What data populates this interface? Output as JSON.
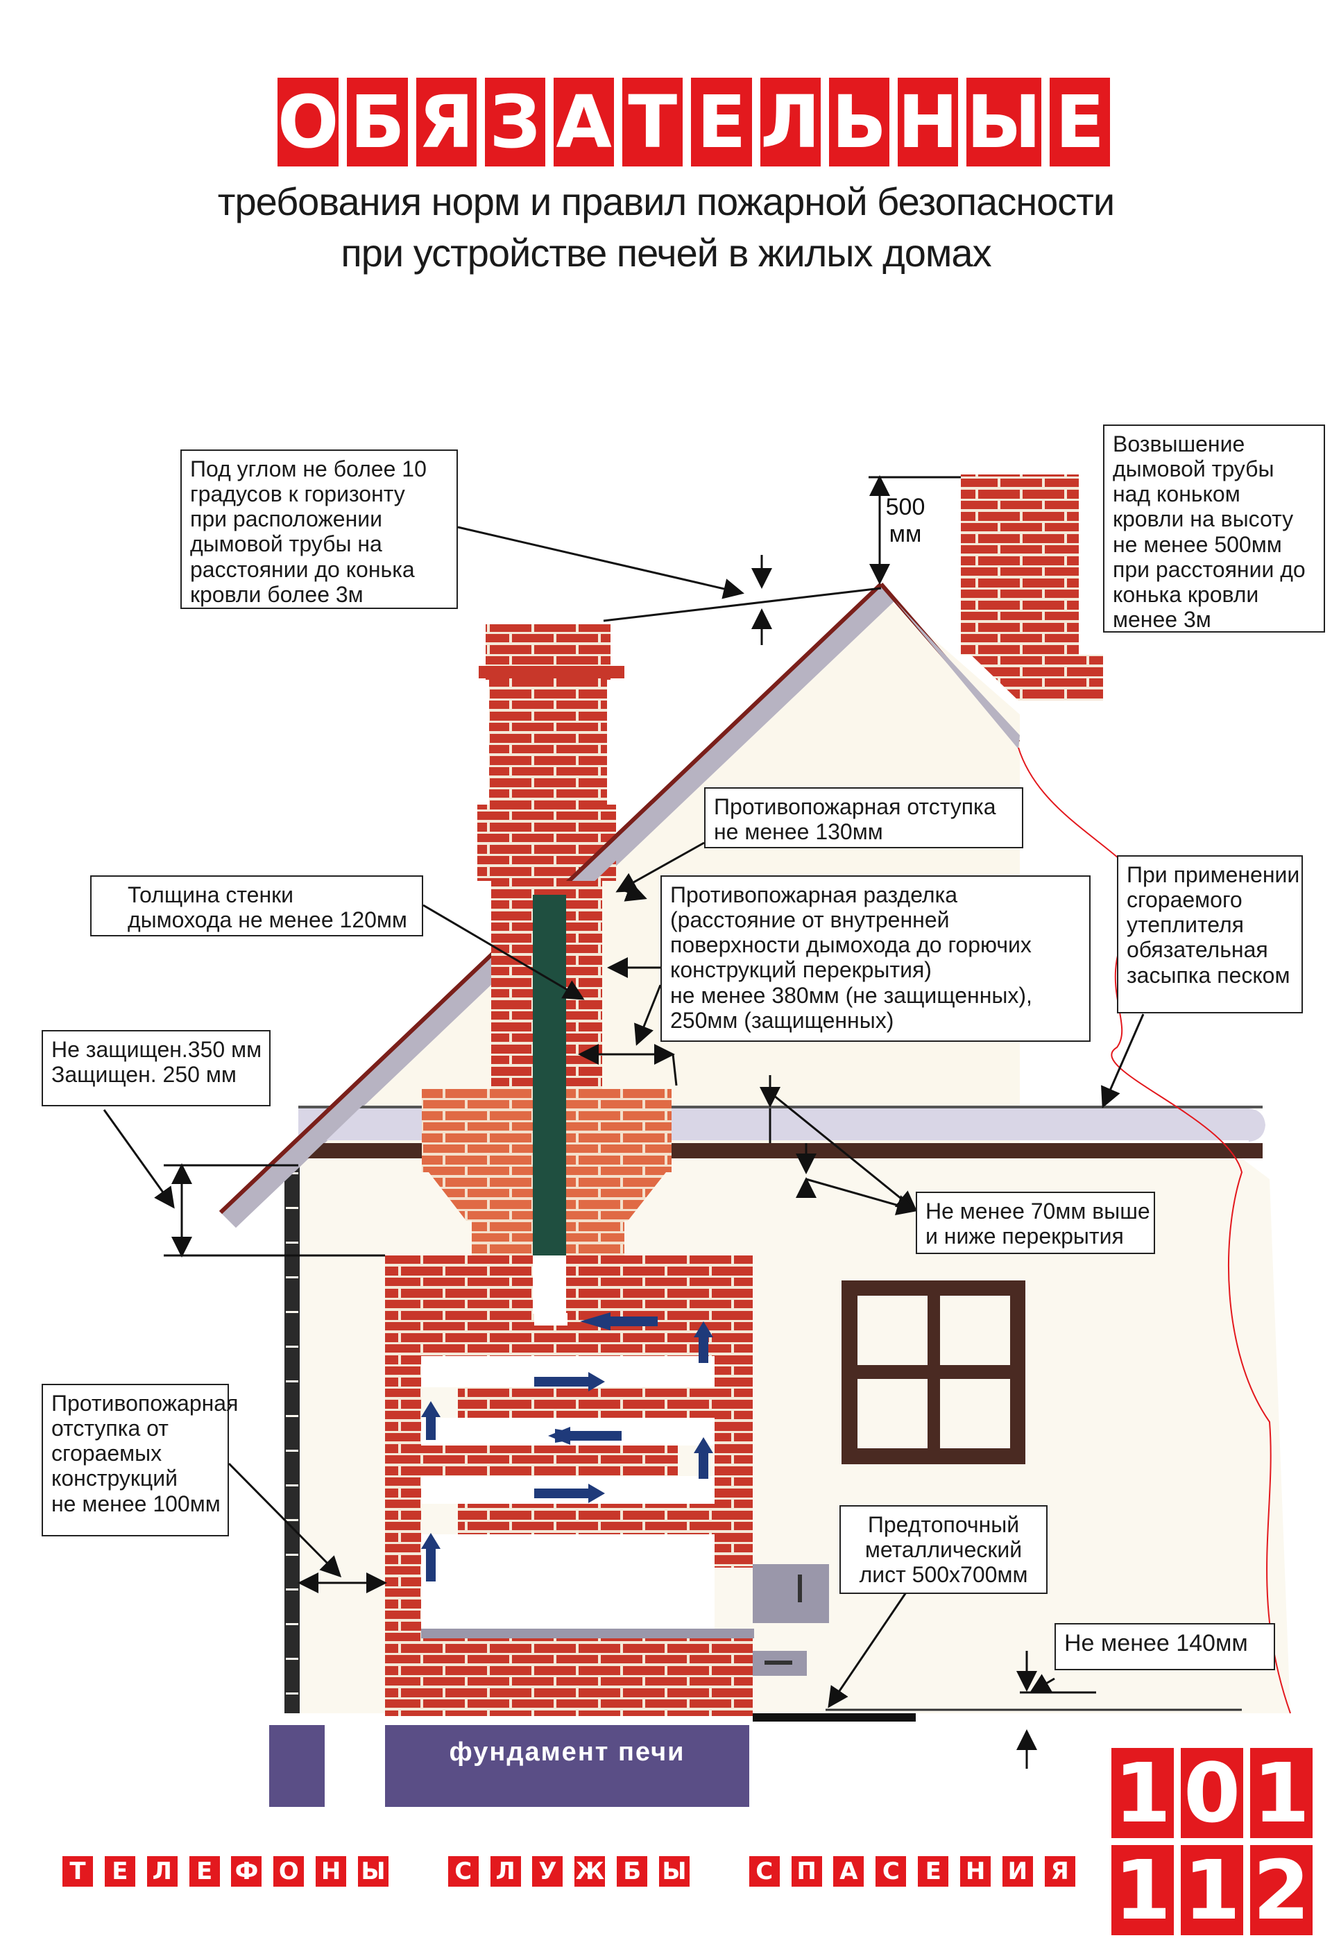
{
  "header": {
    "title_letters": [
      "О",
      "Б",
      "Я",
      "З",
      "А",
      "Т",
      "Е",
      "Л",
      "Ь",
      "Н",
      "Ы",
      "Е"
    ],
    "subtitle_line1": "требования норм и правил пожарной безопасности",
    "subtitle_line2": "при устройстве печей в жилых домах"
  },
  "callouts": {
    "angle": [
      "Под углом не более 10",
      "градусов к горизонту",
      "при расположении",
      "дымовой трубы на",
      "расстоянии до конька",
      "кровли более 3м"
    ],
    "chimney_height": [
      "Возвышение",
      "дымовой трубы",
      "над коньком",
      "кровли на высоту",
      "не менее 500мм",
      "при расстоянии до",
      "конька кровли",
      "менее 3м"
    ],
    "setback_130": [
      "Противопожарная отступка",
      "не менее 130мм"
    ],
    "wall_thickness": [
      "Толщина стенки",
      "дымохода не менее 120мм"
    ],
    "cut_380": [
      "Противопожарная разделка",
      "(расстояние от внутренней",
      "поверхности дымохода до горючих",
      "конструкций перекрытия)",
      "не менее 380мм (не защищенных),",
      "250мм (защищенных)"
    ],
    "insulation": [
      "При применении",
      "сгораемого",
      "утеплителя",
      "обязательная",
      "засыпка песком"
    ],
    "unprotected": [
      "Не защищен.350 мм",
      "Защищен. 250 мм"
    ],
    "above_below_70": [
      "Не менее 70мм выше",
      "и ниже перекрытия"
    ],
    "setback_100": [
      "Противопожарная",
      "отступка от",
      "сгораемых",
      "конструкций",
      "не менее 100мм"
    ],
    "prefire_sheet": [
      "Предтопочный",
      "металлический",
      "лист 500х700мм"
    ],
    "min_140": [
      "Не менее 140мм"
    ]
  },
  "dimension_500": [
    "500",
    "мм"
  ],
  "foundation_label": "фундамент печи",
  "footer": {
    "words": [
      [
        "Т",
        "Е",
        "Л",
        "Е",
        "Ф",
        "О",
        "Н",
        "Ы"
      ],
      [
        "С",
        "Л",
        "У",
        "Ж",
        "Б",
        "Ы"
      ],
      [
        "С",
        "П",
        "А",
        "С",
        "Е",
        "Н",
        "И",
        "Я"
      ]
    ]
  },
  "phones": [
    [
      "1",
      "0",
      "1"
    ],
    [
      "1",
      "1",
      "2"
    ]
  ],
  "colors": {
    "brand_red": "#e3191e",
    "brick": "#c8372a",
    "brick_light": "#e06a45",
    "flue_green": "#1f4f40",
    "foundation": "#5a4e86",
    "wall": "#fbf8ef",
    "arrow_blue": "#1f3a7a"
  }
}
